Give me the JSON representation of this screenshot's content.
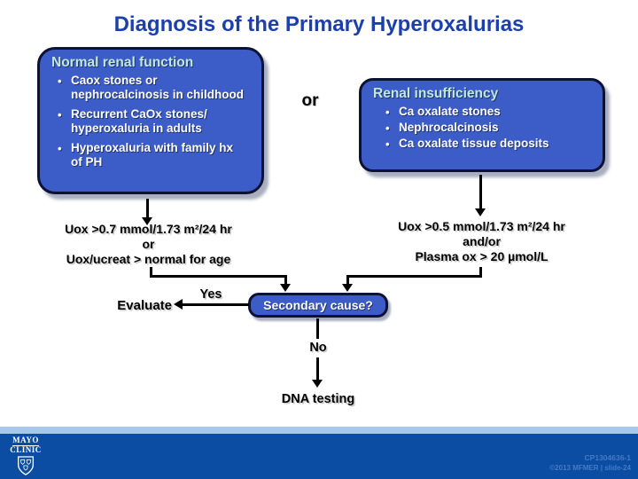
{
  "title": "Diagnosis of the Primary Hyperoxalurias",
  "or_label": "or",
  "boxes": {
    "normal": {
      "header": "Normal renal function",
      "bullets": [
        "Caox stones or nephrocalcinosis in childhood",
        "Recurrent CaOx stones/ hyperoxaluria in adults",
        "Hyperoxaluria with family hx of PH"
      ]
    },
    "renal": {
      "header": "Renal insufficiency",
      "bullets": [
        "Ca oxalate stones",
        "Nephrocalcinosis",
        "Ca oxalate tissue deposits"
      ]
    }
  },
  "criteria": {
    "left": {
      "lines": [
        "Uox >0.7 mmol/1.73 m²/24 hr",
        "or",
        "Uox/ucreat > normal for age"
      ]
    },
    "right": {
      "lines": [
        "Uox >0.5 mmol/1.73 m²/24 hr",
        "and/or",
        "Plasma ox > 20 µmol/L"
      ]
    }
  },
  "decision": {
    "box_label": "Secondary cause?",
    "yes_label": "Yes",
    "evaluate_label": "Evaluate",
    "no_label": "No",
    "dna_label": "DNA testing"
  },
  "footer": {
    "logo_line1": "MAYO",
    "logo_line2": "CLINIC",
    "code": "CP1304636-1",
    "copyright": "©2013 MFMER | slide-24"
  },
  "colors": {
    "title_blue": "#1c3fae",
    "box_fill": "#3c5cc7",
    "box_border": "#0d1233",
    "header_mint": "#bfe9da",
    "footer_bar": "#0a4da3",
    "footer_strip": "#a6c9e9",
    "footer_text": "#4679c6",
    "line_black": "#000000"
  }
}
